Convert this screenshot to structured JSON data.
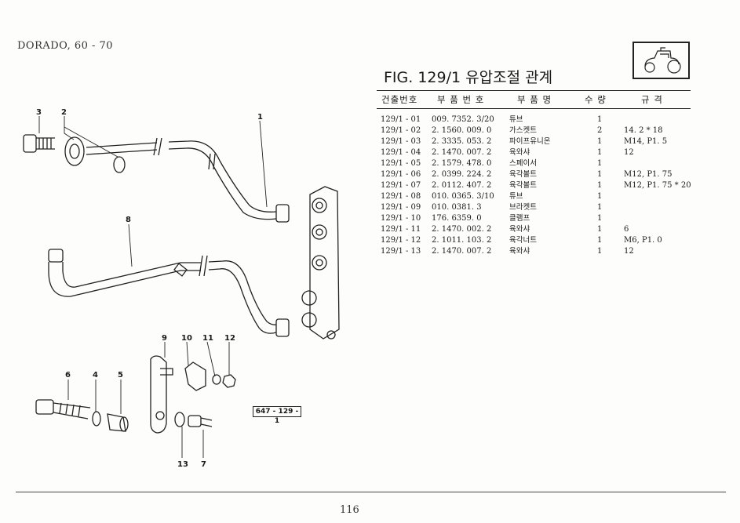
{
  "header": {
    "model": "DORADO, 60 - 70"
  },
  "figure": {
    "title": "FIG. 129/1 유압조절 관계",
    "ref_code": "647 - 129 - 1"
  },
  "table": {
    "headers": [
      "건출번호",
      "부 품 번 호",
      "부 품 명",
      "수 량",
      "규 격"
    ],
    "rows": [
      {
        "no": "129/1 - 01",
        "part": "009. 7352. 3/20",
        "name": "튜브",
        "qty": "1",
        "spec": ""
      },
      {
        "no": "129/1 - 02",
        "part": "2. 1560. 009. 0",
        "name": "가스켓트",
        "qty": "2",
        "spec": "14. 2 * 18"
      },
      {
        "no": "129/1 - 03",
        "part": "2. 3335. 053. 2",
        "name": "파이프유니온",
        "qty": "1",
        "spec": "M14, P1. 5"
      },
      {
        "no": "129/1 - 04",
        "part": "2. 1470. 007. 2",
        "name": "육와샤",
        "qty": "1",
        "spec": "12"
      },
      {
        "no": "129/1 - 05",
        "part": "2. 1579. 478. 0",
        "name": "스페이서",
        "qty": "1",
        "spec": ""
      },
      {
        "no": "129/1 - 06",
        "part": "2. 0399. 224. 2",
        "name": "육각볼트",
        "qty": "1",
        "spec": "M12, P1. 75"
      },
      {
        "no": "129/1 - 07",
        "part": "2. 0112. 407. 2",
        "name": "육각볼트",
        "qty": "1",
        "spec": "M12, P1. 75 * 20"
      },
      {
        "no": "129/1 - 08",
        "part": "010. 0365. 3/10",
        "name": "튜브",
        "qty": "1",
        "spec": ""
      },
      {
        "no": "129/1 - 09",
        "part": "010. 0381. 3",
        "name": "브라켓트",
        "qty": "1",
        "spec": ""
      },
      {
        "no": "129/1 - 10",
        "part": "176. 6359. 0",
        "name": "클램프",
        "qty": "1",
        "spec": ""
      },
      {
        "no": "129/1 - 11",
        "part": "2. 1470. 002. 2",
        "name": "육와샤",
        "qty": "1",
        "spec": "6"
      },
      {
        "no": "129/1 - 12",
        "part": "2. 1011. 103. 2",
        "name": "육각너트",
        "qty": "1",
        "spec": "M6, P1. 0"
      },
      {
        "no": "129/1 - 13",
        "part": "2. 1470. 007. 2",
        "name": "육와샤",
        "qty": "1",
        "spec": "12"
      }
    ]
  },
  "callouts": [
    "3",
    "2",
    "1",
    "8",
    "9",
    "10",
    "11",
    "12",
    "6",
    "4",
    "5",
    "13",
    "7"
  ],
  "page_number": "116"
}
